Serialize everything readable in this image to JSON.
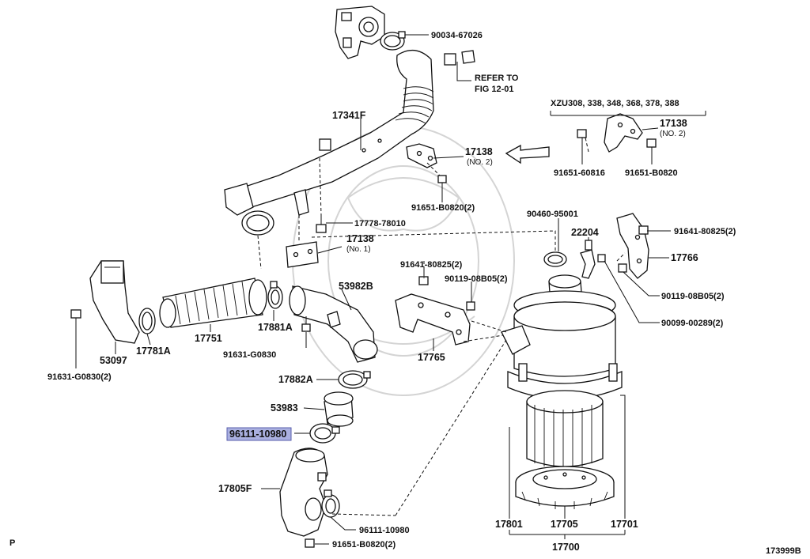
{
  "diagram": {
    "callouts": {
      "p_90034_67026": "90034-67026",
      "refer_to": "REFER TO",
      "fig_12_01": "FIG 12-01",
      "p_17341F": "17341F",
      "variant_header": "XZU308, 338, 348, 368, 378, 388",
      "p_17138_upper_right": "17138",
      "no2_upper_right": "(NO. 2)",
      "p_91651_60816": "91651-60816",
      "p_91651_B0820_right": "91651-B0820",
      "p_17138_no2": "17138",
      "no2_mid": "(NO. 2)",
      "p_91651_B0820_2_mid": "91651-B0820(2)",
      "p_17778_78010": "17778-78010",
      "p_17138_no1": "17138",
      "no1": "(No. 1)",
      "p_90460_95001": "90460-95001",
      "p_22204": "22204",
      "p_91641_80825_2_right": "91641-80825(2)",
      "p_17766": "17766",
      "p_91641_80825_2_mid": "91641-80825(2)",
      "p_90119_08B05_2_mid": "90119-08B05(2)",
      "p_90119_08B05_2_right": "90119-08B05(2)",
      "p_90099_00289_2": "90099-00289(2)",
      "p_53982B": "53982B",
      "p_17751": "17751",
      "p_17881A": "17881A",
      "p_91631_G0830": "91631-G0830",
      "p_17781A": "17781A",
      "p_53097": "53097",
      "p_91631_G0830_2": "91631-G0830(2)",
      "p_17765": "17765",
      "p_17882A": "17882A",
      "p_53983": "53983",
      "p_96111_10980_highlight": "96111-10980",
      "p_17805F": "17805F",
      "p_96111_10980_lower": "96111-10980",
      "p_91651_B0820_2_bottom": "91651-B0820(2)",
      "p_17801": "17801",
      "p_17705": "17705",
      "p_17701": "17701",
      "p_17700": "17700",
      "corner_p": "P",
      "figure_id": "173999B"
    },
    "highlight_fill": "#aab0e0",
    "highlight_stroke": "#5a5fae"
  }
}
